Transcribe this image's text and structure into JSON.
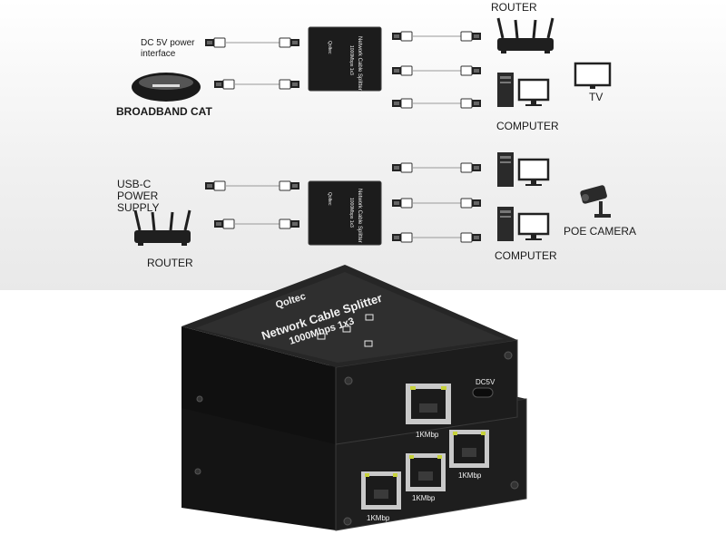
{
  "labels": {
    "router_top": "ROUTER",
    "dc_power": "DC 5V power interface",
    "broadband": "BROADBAND CAT",
    "tv": "TV",
    "computer_top": "COMPUTER",
    "usbc_power": "USB-C POWER SUPPLY",
    "router_bottom": "ROUTER",
    "poe_camera": "POE CAMERA",
    "computer_bottom": "COMPUTER"
  },
  "device": {
    "brand": "Qoltec",
    "name": "Network Cable Splitter",
    "spec": "1000Mbps 1x3",
    "dc_label": "DC5V",
    "port_label_top": "1KMbp",
    "port_labels_bottom": [
      "1KMbp",
      "1KMbp",
      "1KMbp"
    ]
  },
  "colors": {
    "device_body": "#1b1b1b",
    "device_edge": "#3a3a3a",
    "port_led": "#c7d23a",
    "background": "#ffffff"
  }
}
